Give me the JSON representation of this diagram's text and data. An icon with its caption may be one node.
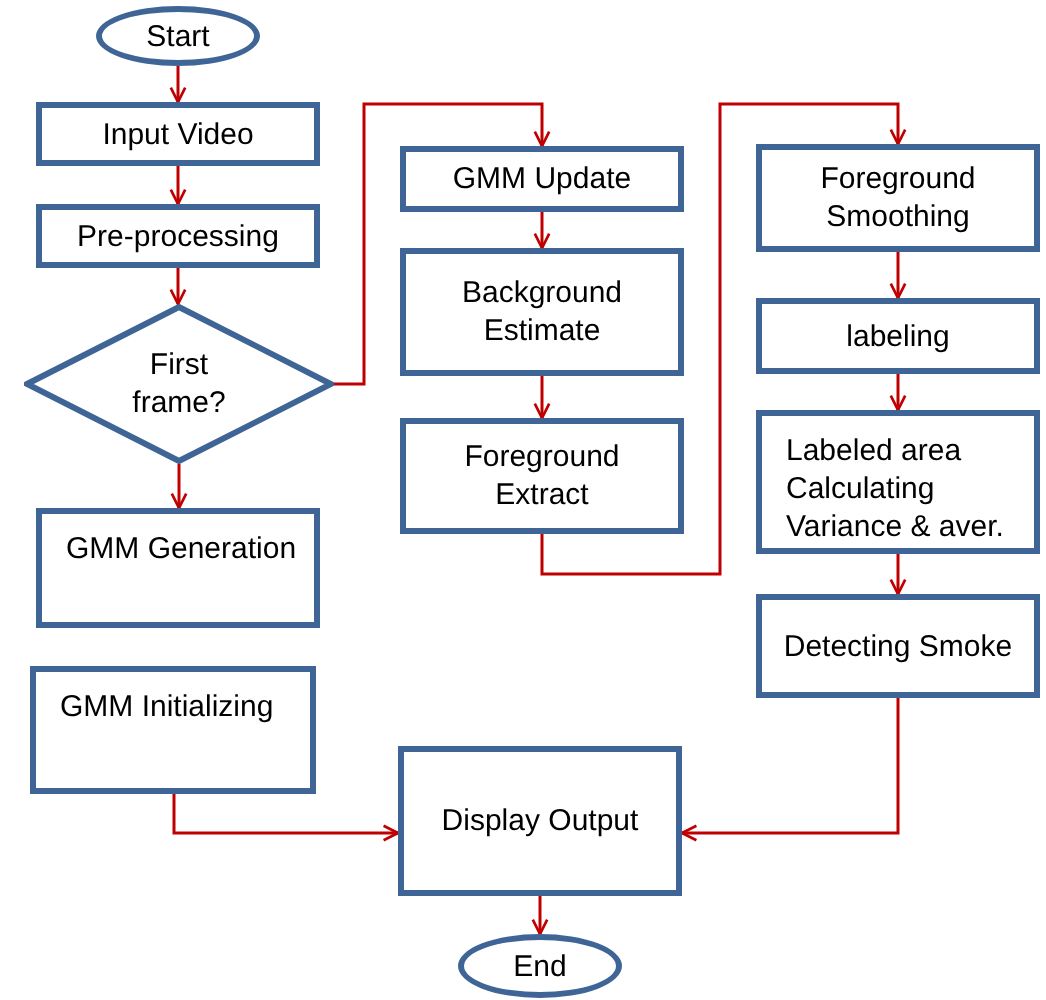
{
  "diagram": {
    "nodes": [
      {
        "text": [
          "Start"
        ]
      },
      {
        "text": [
          "Input Video"
        ]
      },
      {
        "text": [
          "Pre-processing"
        ]
      },
      {
        "text": [
          "First frame?"
        ]
      },
      {
        "text": [
          "GMM Generation"
        ]
      },
      {
        "text": [
          "GMM Initializing"
        ]
      },
      {
        "text": [
          "GMM Update"
        ]
      },
      {
        "text": [
          "Background Estimate"
        ]
      },
      {
        "text": [
          "Foreground Extract"
        ]
      },
      {
        "text": [
          "Foreground Smoothing"
        ]
      },
      {
        "text": [
          "labeling"
        ]
      },
      {
        "text": [
          "Labeled area Calculating Variance & aver."
        ]
      },
      {
        "text": [
          "Detecting Smoke"
        ]
      },
      {
        "text": [
          "Display Output"
        ]
      },
      {
        "text": [
          "End"
        ]
      }
    ],
    "edges": [
      {
        "from": 0,
        "to": 1,
        "arrow": "to"
      },
      {
        "from": 1,
        "to": 2,
        "arrow": "to"
      },
      {
        "from": 2,
        "to": 3,
        "arrow": "to"
      },
      {
        "from": 3,
        "to": 4,
        "arrow": "to"
      },
      {
        "from": 3,
        "to": 6,
        "arrow": "to"
      },
      {
        "from": 6,
        "to": 7,
        "arrow": "to"
      },
      {
        "from": 7,
        "to": 8,
        "arrow": "to"
      },
      {
        "from": 8,
        "to": 9,
        "arrow": "to"
      },
      {
        "from": 9,
        "to": 10,
        "arrow": "to"
      },
      {
        "from": 10,
        "to": 11,
        "arrow": "to"
      },
      {
        "from": 11,
        "to": 12,
        "arrow": "to"
      },
      {
        "from": 5,
        "to": 13,
        "arrow": "to"
      },
      {
        "from": 12,
        "to": 13,
        "arrow": "to"
      },
      {
        "from": 13,
        "to": 14,
        "arrow": "to"
      }
    ]
  }
}
